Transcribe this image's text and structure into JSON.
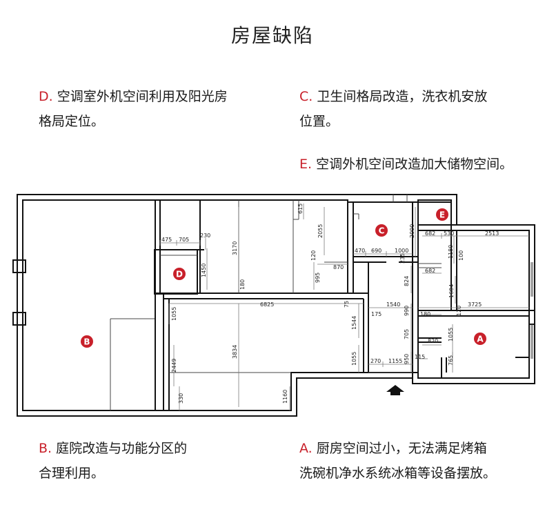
{
  "title": "房屋缺陷",
  "notes": {
    "d": {
      "tag": "D.",
      "line1": "空调室外机空间利用及阳光房",
      "line2": "格局定位。"
    },
    "c": {
      "tag": "C.",
      "line1": "卫生间格局改造，洗衣机安放",
      "line2": "位置。"
    },
    "e": {
      "tag": "E.",
      "line1": "空调外机空间改造加大储物空间。"
    },
    "b": {
      "tag": "B.",
      "line1": "庭院改造与功能分区的",
      "line2": "合理利用。"
    },
    "a": {
      "tag": "A.",
      "line1": "厨房空间过小，无法满足烤箱",
      "line2": "洗碗机净水系统冰箱等设备摆放。"
    }
  },
  "markers": {
    "a": "A",
    "b": "B",
    "c": "C",
    "d": "D",
    "e": "E"
  },
  "dimensions": {
    "d475": "475",
    "d705": "705",
    "d230": "230",
    "d3170": "3170",
    "d615": "615",
    "d2055": "2055",
    "d2000": "2000",
    "d470": "470",
    "d690": "690",
    "d1000": "1000",
    "d235": "235",
    "d682a": "682",
    "d530": "530",
    "d2513": "2513",
    "d1180": "1180",
    "d100": "100",
    "d120a": "120",
    "d870": "870",
    "d1450": "1450",
    "d180a": "180",
    "d995": "995",
    "d824": "824",
    "d682b": "682",
    "d1604": "1604",
    "d6825": "6825",
    "d75": "75",
    "d1540": "1540",
    "d3725": "3725",
    "d1055a": "1055",
    "d175": "175",
    "d990": "990",
    "d120b": "120",
    "d180b": "180",
    "d1544": "1544",
    "d705b": "705",
    "d820": "820",
    "d1055b": "1055",
    "d2449": "2449",
    "d3834": "3834",
    "d1055c": "1055",
    "d270": "270",
    "d1155": "1155",
    "d950": "950",
    "d115": "115",
    "d765": "765",
    "d330": "330",
    "d1160": "1160"
  },
  "colors": {
    "accent": "#c8202a",
    "wall": "#111111"
  }
}
